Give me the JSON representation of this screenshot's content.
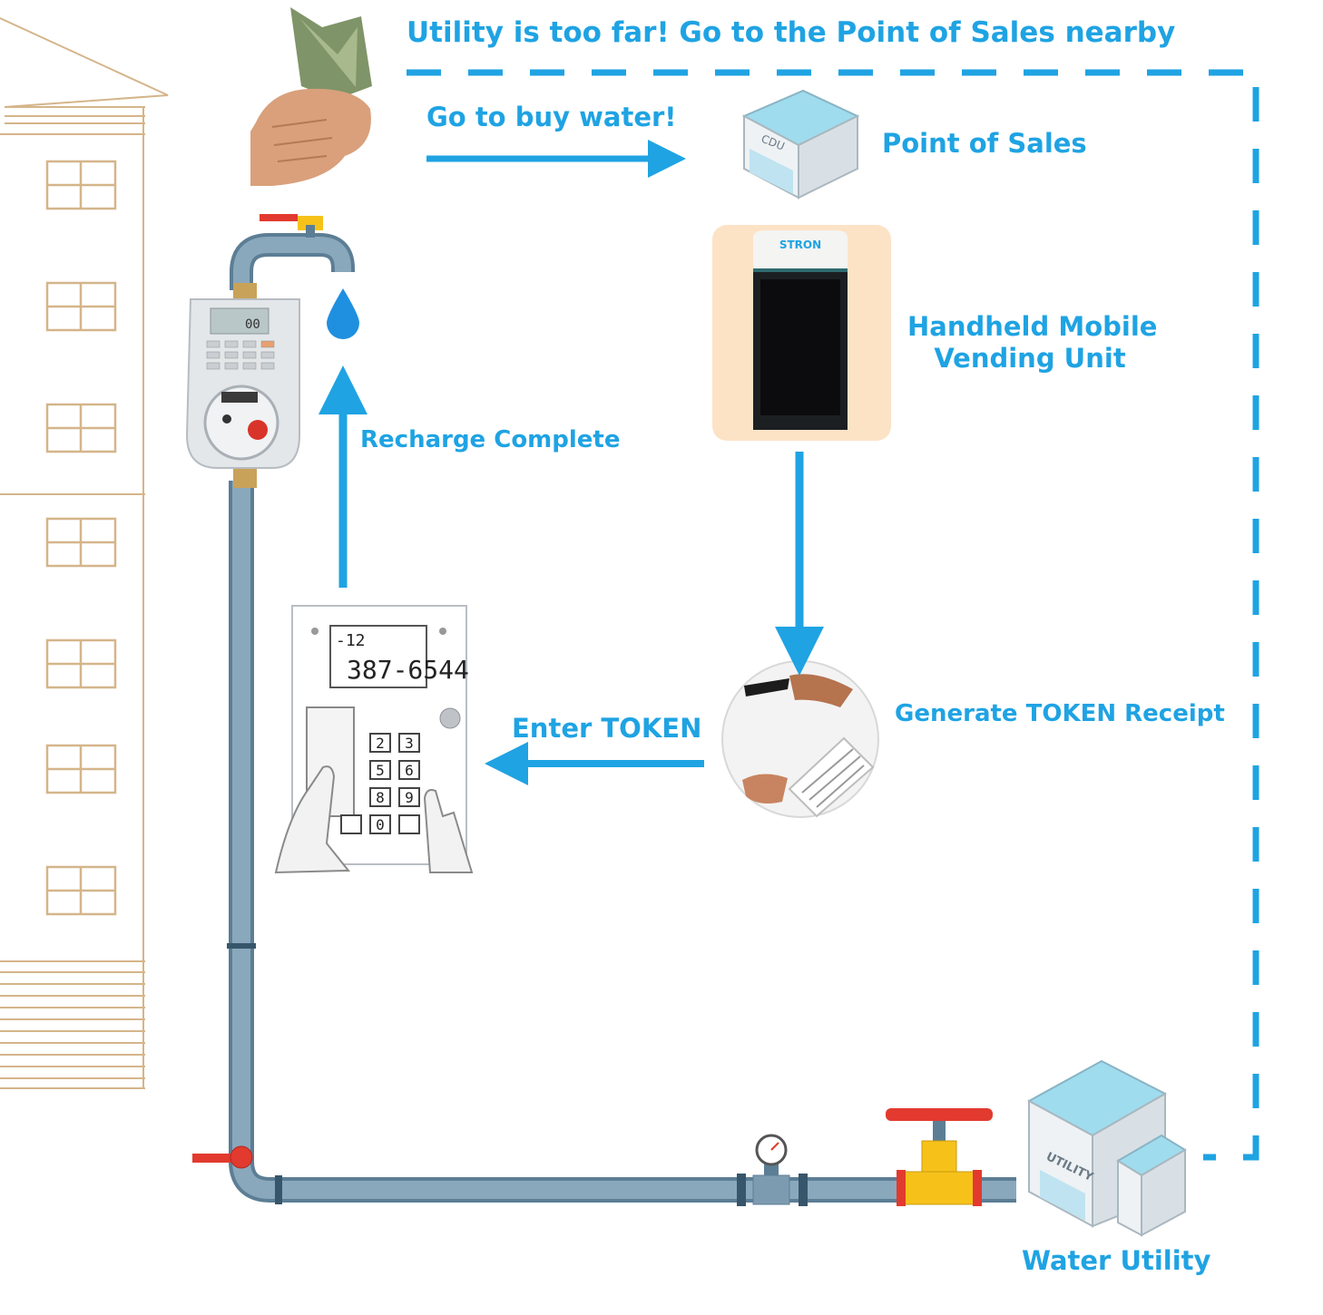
{
  "headline": "Utility is too far! Go to the Point of Sales nearby",
  "steps": {
    "go_buy": "Go to buy water!",
    "point_of_sales": "Point of Sales",
    "hmvu_line1": "Handheld Mobile",
    "hmvu_line2": "Vending Unit",
    "generate_receipt": "Generate TOKEN Receipt",
    "enter_token": "Enter TOKEN",
    "recharge_complete": "Recharge Complete",
    "water_utility": "Water Utility"
  },
  "illustrations": {
    "pos_building_sign": "CDU",
    "device_brand": "STRON",
    "keypad_display_line1": "-12",
    "keypad_display_line2": "387-6544",
    "keypad_keys": [
      "2",
      "3",
      "5",
      "6",
      "8",
      "9",
      "0"
    ],
    "meter_display": "00",
    "utility_sign": "UTILITY"
  },
  "colors": {
    "accent_blue": "#1fa3e3",
    "pipe": "#7d9bb0",
    "building_outline": "#d5b58a",
    "valve_red": "#e23a2e",
    "valve_yellow": "#f6c21a"
  }
}
